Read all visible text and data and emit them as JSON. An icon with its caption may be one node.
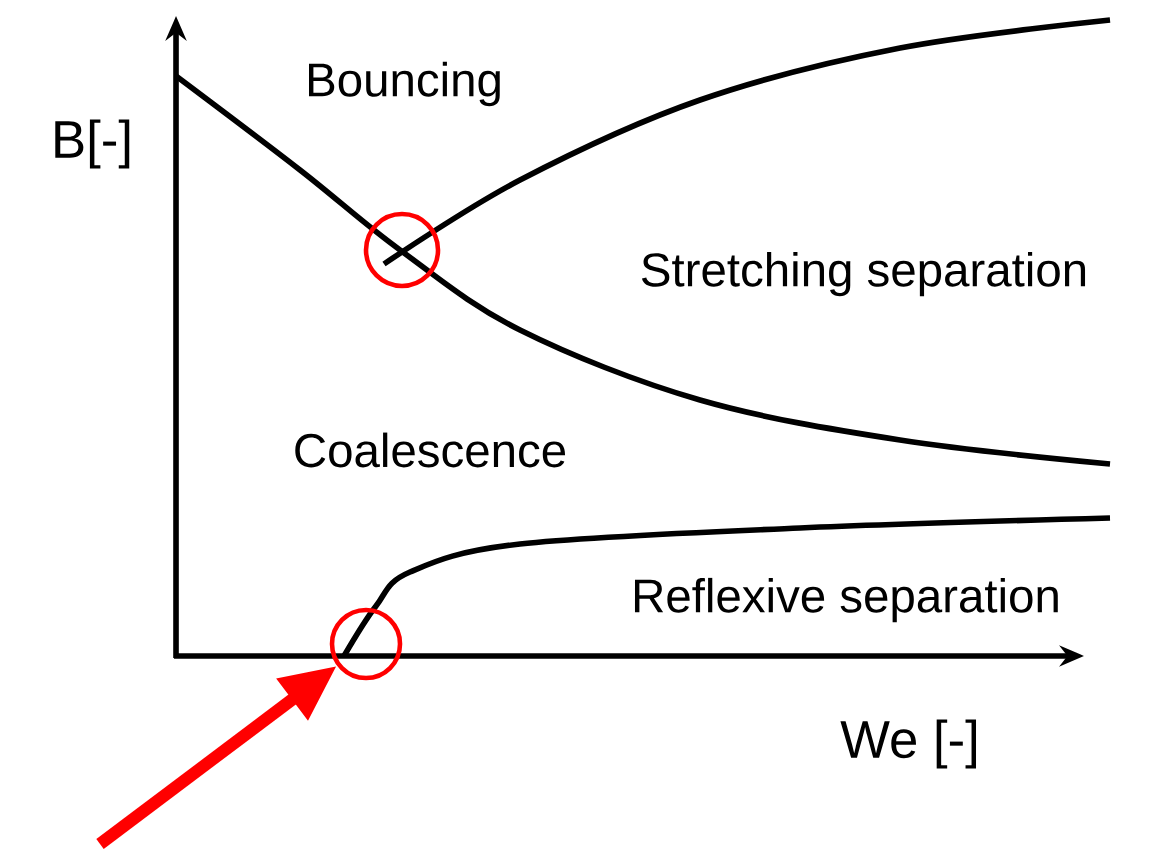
{
  "diagram": {
    "nodes": [
      {
        "text": [],
        "shape": "circle"
      },
      {
        "text": [],
        "shape": "circle"
      }
    ],
    "edges": [
      {
        "from": null,
        "to": 1,
        "arrow": "to"
      }
    ],
    "labels": [
      "B[-]",
      "Bouncing",
      "Stretching separation",
      "Coalescence",
      "Reflexive separation",
      "We [-]"
    ]
  }
}
